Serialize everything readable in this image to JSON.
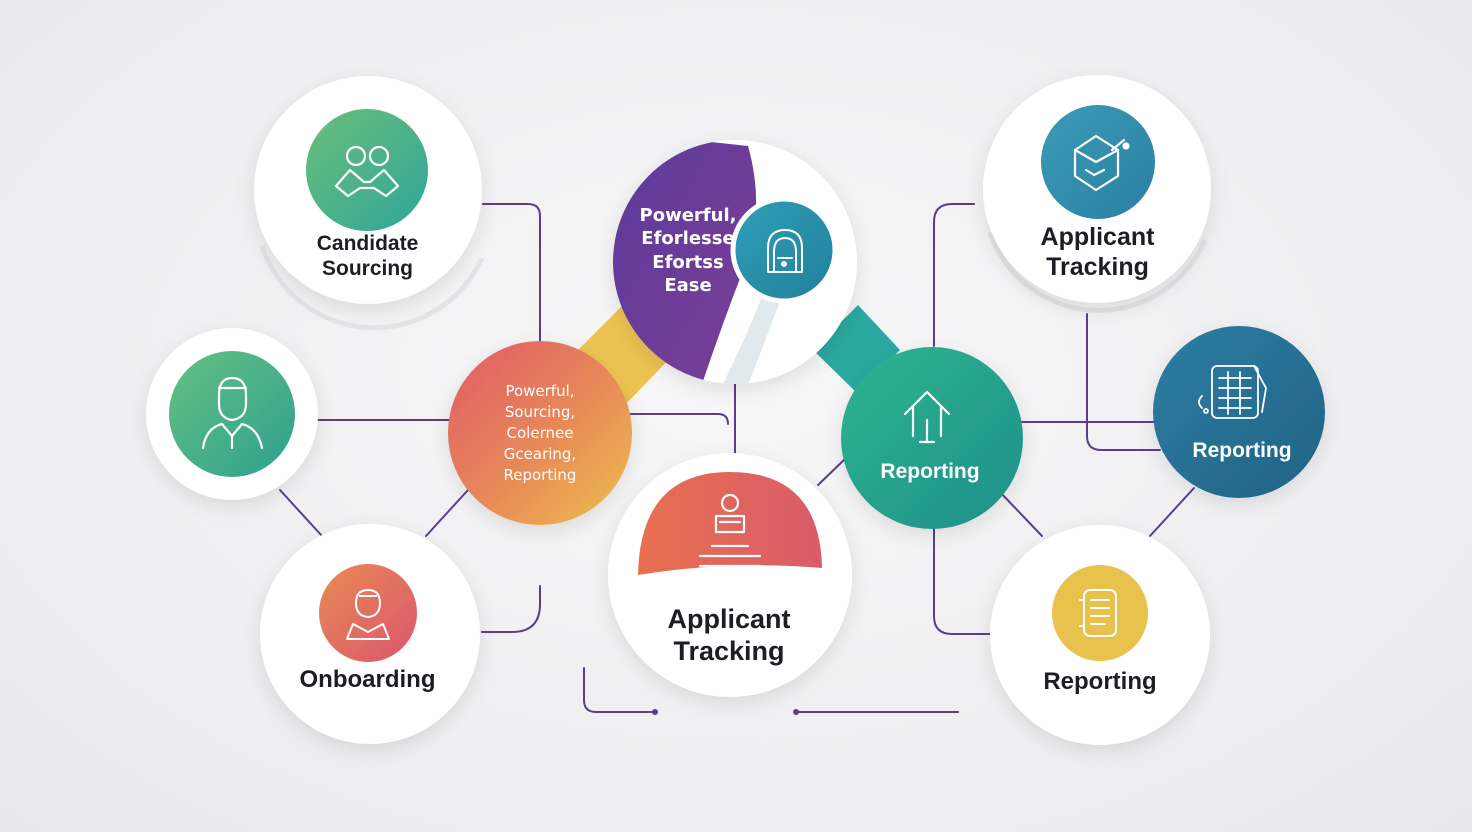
{
  "diagram": {
    "nodes": {
      "candidate_sourcing": {
        "line1": "Candidate",
        "line2": "Sourcing",
        "icon": "people-group-icon",
        "color_from": "#6bbf7a",
        "color_to": "#2fa59a"
      },
      "applicant_tracking_top": {
        "line1": "Applicant",
        "line2": "Tracking",
        "icon": "package-box-icon",
        "color_from": "#3c9bb6",
        "color_to": "#2a7fa2"
      },
      "person_node": {
        "icon": "person-icon",
        "color_from": "#66c083",
        "color_to": "#2da08f"
      },
      "onboarding": {
        "label": "Onboarding",
        "icon": "mentor-icon",
        "color_from": "#ea8a55",
        "color_to": "#d9566d"
      },
      "applicant_tracking_center": {
        "line1": "Applicant",
        "line2": "Tracking",
        "icon": "person-desk-icon",
        "color_from": "#e8704f",
        "color_to": "#d95b6a"
      },
      "reporting_green": {
        "label": "Reporting",
        "icon": "upload-arrow-icon",
        "color_from": "#2fb58e",
        "color_to": "#1e8f8a"
      },
      "reporting_blue": {
        "label": "Reporting",
        "icon": "dashboard-icon",
        "color_from": "#2f7ea3",
        "color_to": "#1f6285"
      },
      "reporting_yellow": {
        "label": "Reporting",
        "icon": "document-icon",
        "color": "#e9c24e"
      },
      "hub_top": {
        "line1": "Powerful,",
        "line2": "Eforlesse",
        "line3": "Efortss",
        "line4": "Ease",
        "icon": "lock-icon",
        "color_from": "#5b3a9b",
        "color_to": "#7b3f96"
      },
      "hub_center": {
        "line1": "Powerful,",
        "line2": "Sourcing,",
        "line3": "Colernee",
        "line4": "Gcearing,",
        "line5": "Reporting",
        "color_from": "#e05a6a",
        "color_to": "#edc14d"
      }
    },
    "connector_color": "#5c3d8c",
    "bar_yellow": "#ecc350",
    "bar_teal": "#2ba8a0"
  }
}
